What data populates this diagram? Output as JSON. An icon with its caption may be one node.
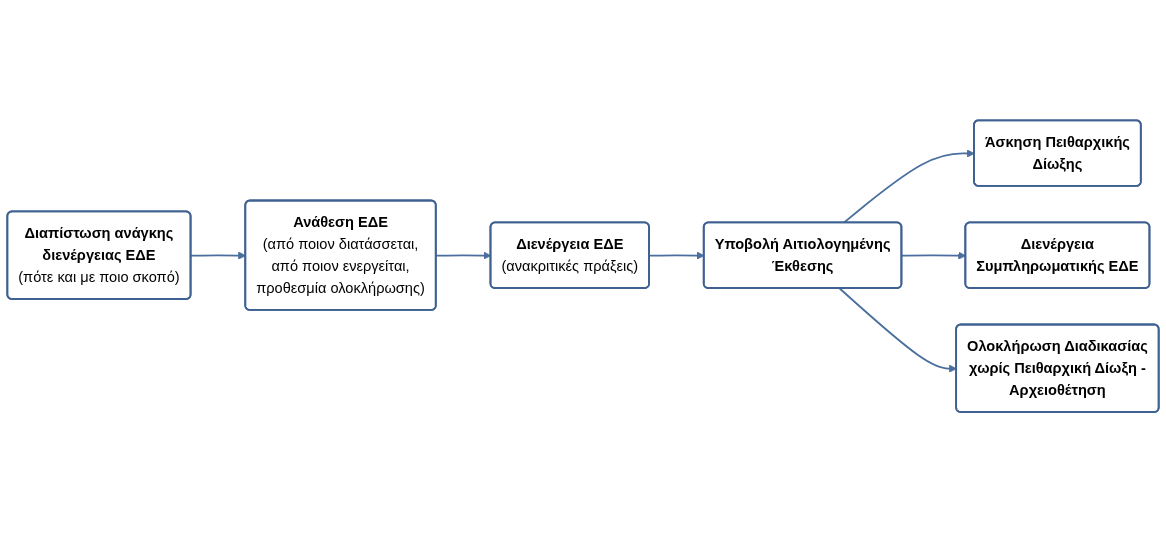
{
  "diagram": {
    "nodes": [
      {
        "text": [
          "Διαπίστωση ανάγκης διενέργειας ΕΔΕ",
          "(πότε και με ποιο σκοπό)"
        ]
      },
      {
        "text": [
          "Ανάθεση ΕΔΕ",
          "(από ποιον διατάσσεται, από ποιον ενεργείται, προθεσμία ολοκλήρωσης)"
        ]
      },
      {
        "text": [
          "Διενέργεια ΕΔΕ",
          "(ανακριτικές πράξεις)"
        ]
      },
      {
        "text": [
          "Υποβολή Αιτιολογημένης Έκθεσης"
        ]
      },
      {
        "text": [
          "Άσκηση Πειθαρχικής Δίωξης"
        ]
      },
      {
        "text": [
          "Διενέργεια Συμπληρωματικής ΕΔΕ"
        ]
      },
      {
        "text": [
          "Ολοκλήρωση Διαδικασίας χωρίς Πειθαρχική Δίωξη - Αρχειοθέτηση"
        ]
      }
    ],
    "edges": [
      {
        "from": 0,
        "to": 1,
        "arrow": "to"
      },
      {
        "from": 1,
        "to": 2,
        "arrow": "to"
      },
      {
        "from": 2,
        "to": 3,
        "arrow": "to"
      },
      {
        "from": 3,
        "to": 4,
        "arrow": "to"
      },
      {
        "from": 3,
        "to": 5,
        "arrow": "to"
      },
      {
        "from": 3,
        "to": 6,
        "arrow": "to"
      }
    ]
  }
}
